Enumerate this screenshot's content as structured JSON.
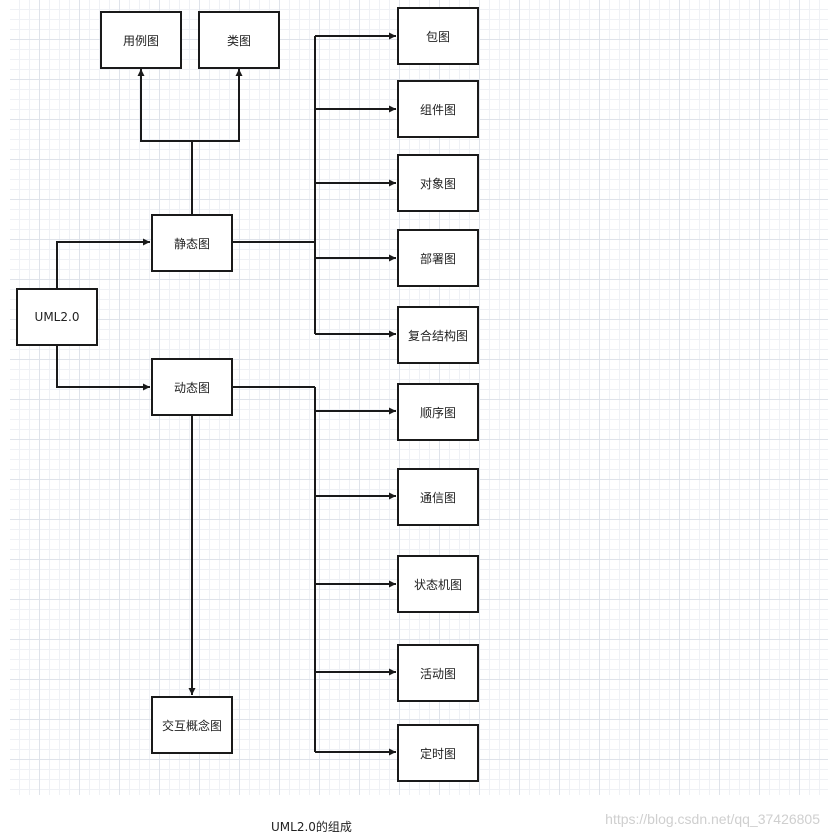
{
  "diagram": {
    "root": "UML2.0",
    "static": {
      "label": "静态图",
      "upper_children": [
        "用例图",
        "类图"
      ],
      "right_children": [
        "包图",
        "组件图",
        "对象图",
        "部署图",
        "复合结构图"
      ]
    },
    "dynamic": {
      "label": "动态图",
      "lower_child": "交互概念图",
      "right_children": [
        "顺序图",
        "通信图",
        "状态机图",
        "活动图",
        "定时图"
      ]
    }
  },
  "caption": "UML2.0的组成",
  "watermark": "https://blog.csdn.net/qq_37426805",
  "colors": {
    "line": "#1a1a1a",
    "grid_major": "#dfe3ea",
    "grid_minor": "#eff1f5"
  }
}
